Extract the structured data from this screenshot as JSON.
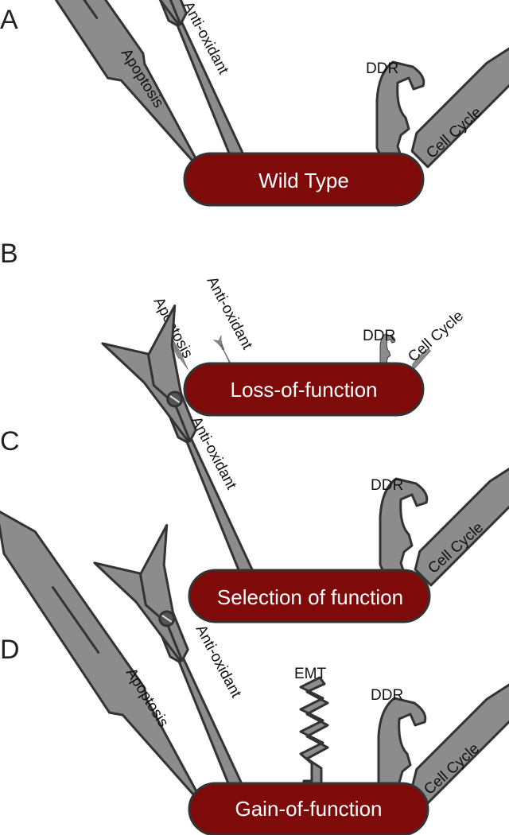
{
  "colors": {
    "handle": "#7f0a0a",
    "tool_fill": "#8c8c8c",
    "outline": "#333333"
  },
  "panels": [
    {
      "letter": "A",
      "handle_label": "Wild Type",
      "tools": {
        "apoptosis": "Apoptosis",
        "antioxidant": "Anti-oxidant",
        "ddr": "DDR",
        "cellcycle": "Cell Cycle"
      }
    },
    {
      "letter": "B",
      "handle_label": "Loss-of-function",
      "tools": {
        "apoptosis": "Apoptosis",
        "antioxidant": "Anti-oxidant",
        "ddr": "DDR",
        "cellcycle": "Cell Cycle"
      }
    },
    {
      "letter": "C",
      "handle_label": "Selection of function",
      "tools": {
        "antioxidant": "Anti-oxidant",
        "ddr": "DDR",
        "cellcycle": "Cell Cycle"
      }
    },
    {
      "letter": "D",
      "handle_label": "Gain-of-function",
      "tools": {
        "apoptosis": "Apoptosis",
        "antioxidant": "Anti-oxidant",
        "emt": "EMT",
        "ddr": "DDR",
        "cellcycle": "Cell Cycle"
      }
    }
  ]
}
